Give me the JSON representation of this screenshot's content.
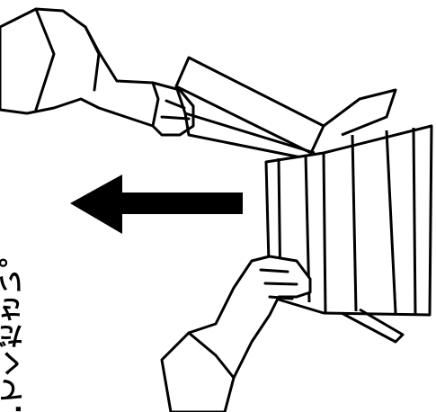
{
  "instruction": {
    "caption": "…てください。"
  },
  "illustration": {
    "subject": "hands-pulling-book-from-box",
    "arrow_direction": "left",
    "line_color": "#000000",
    "background_color": "#ffffff"
  }
}
